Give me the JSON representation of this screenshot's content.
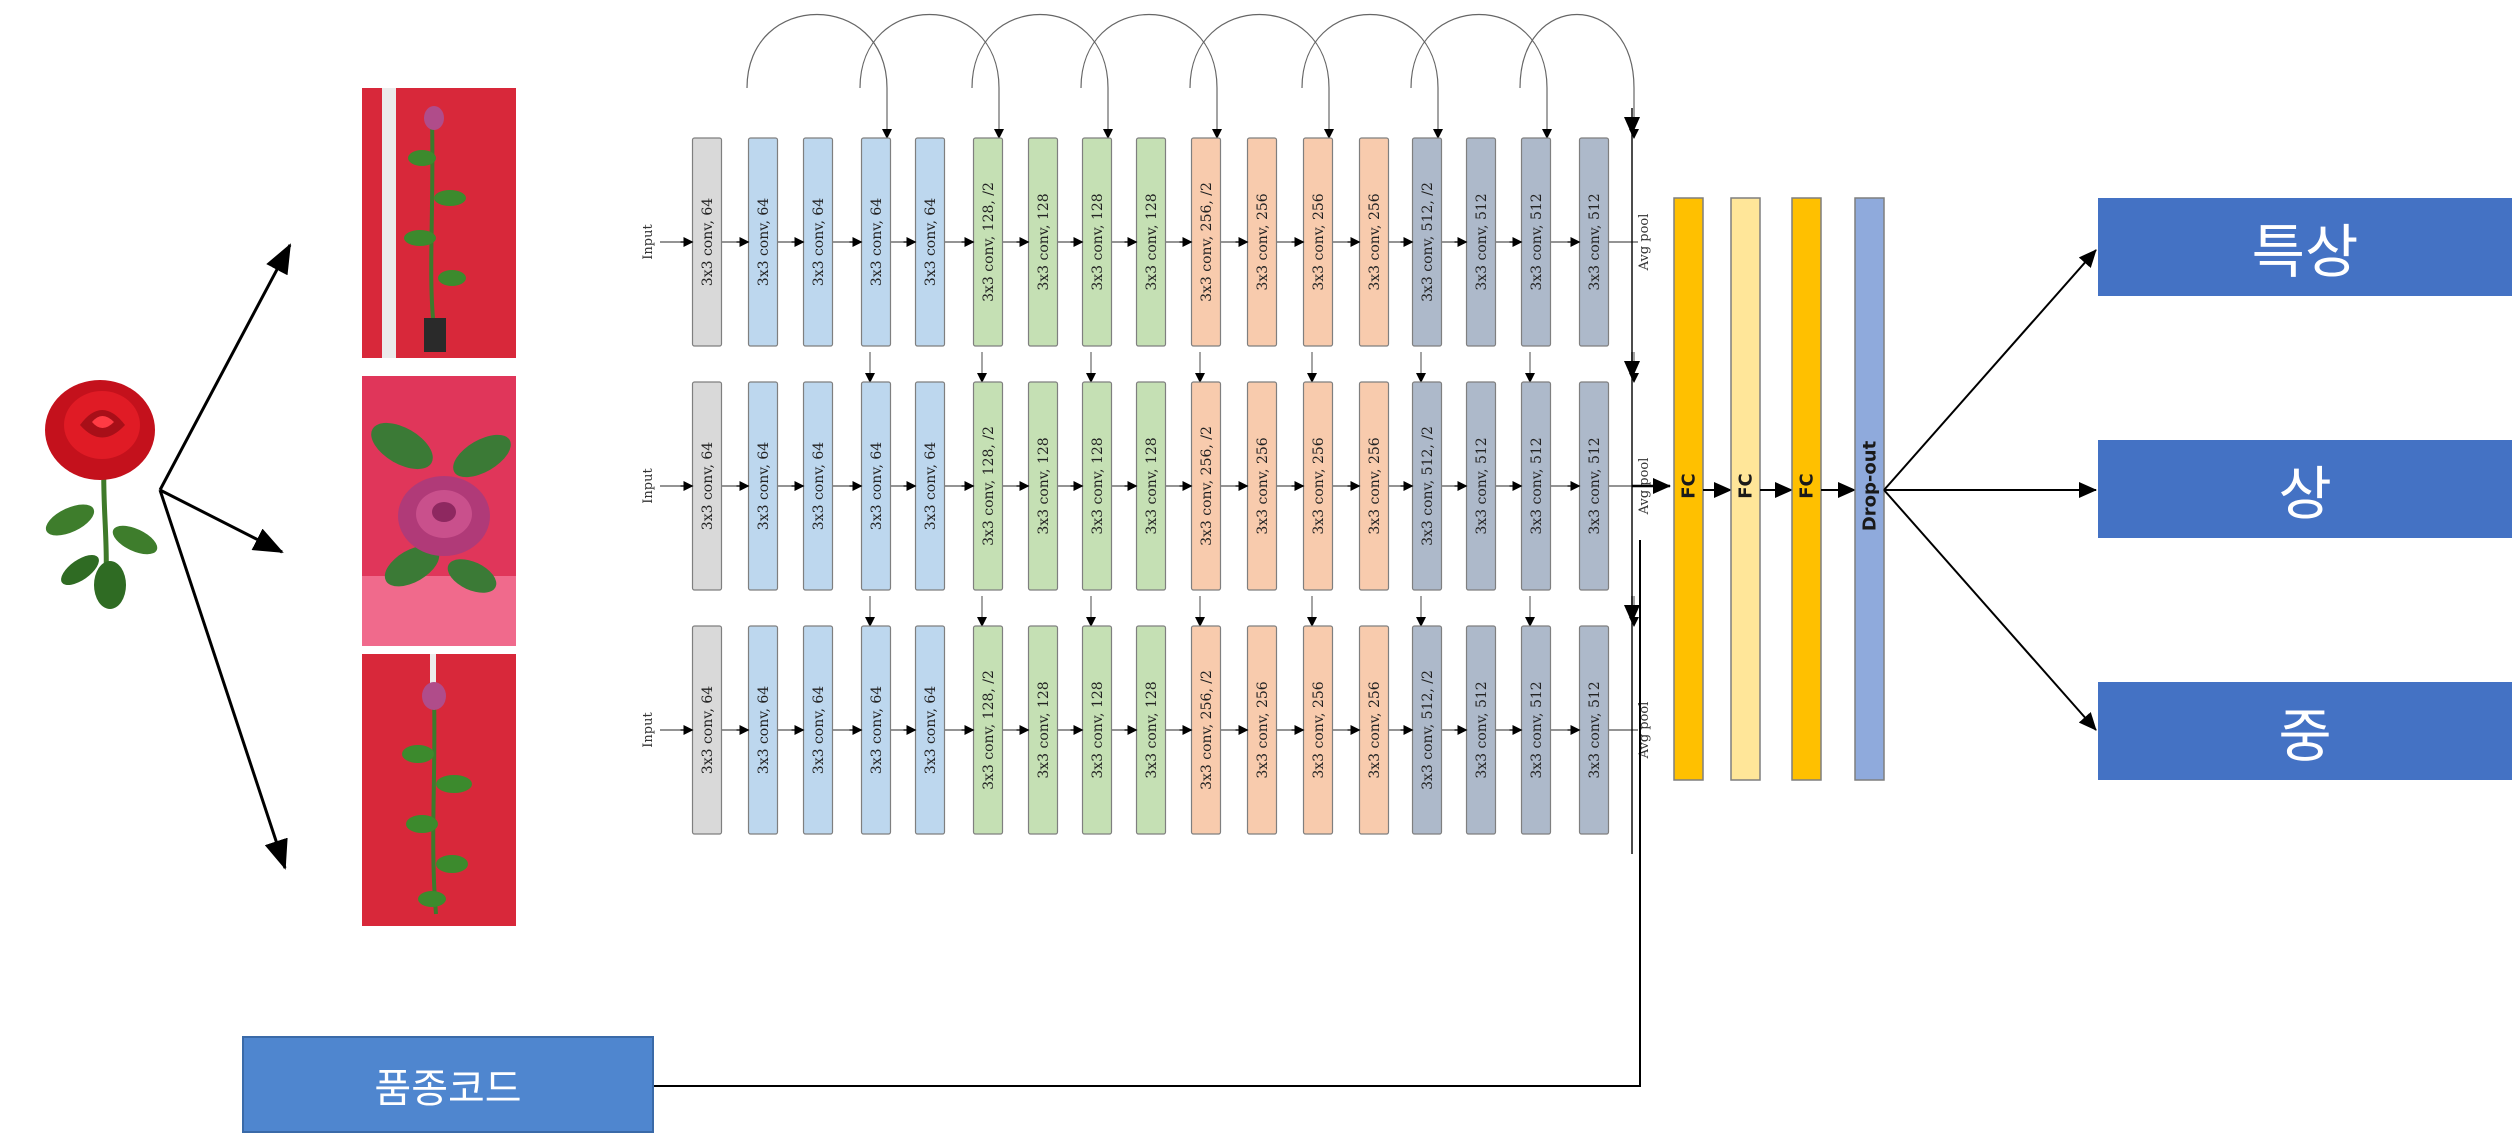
{
  "input_labels": [
    "Input",
    "Input",
    "Input"
  ],
  "pool_labels": [
    "Avg pool",
    "Avg pool",
    "Avg pool"
  ],
  "layers": [
    {
      "label": "3x3 conv, 64",
      "group": "stem"
    },
    {
      "label": "3x3 conv, 64",
      "group": "g64"
    },
    {
      "label": "3x3 conv, 64",
      "group": "g64"
    },
    {
      "label": "3x3 conv, 64",
      "group": "g64"
    },
    {
      "label": "3x3 conv, 64",
      "group": "g64"
    },
    {
      "label": "3x3 conv, 128, /2",
      "group": "g128"
    },
    {
      "label": "3x3 conv, 128",
      "group": "g128"
    },
    {
      "label": "3x3 conv, 128",
      "group": "g128"
    },
    {
      "label": "3x3 conv, 128",
      "group": "g128"
    },
    {
      "label": "3x3 conv, 256, /2",
      "group": "g256"
    },
    {
      "label": "3x3 conv, 256",
      "group": "g256"
    },
    {
      "label": "3x3 conv, 256",
      "group": "g256"
    },
    {
      "label": "3x3 conv, 256",
      "group": "g256"
    },
    {
      "label": "3x3 conv, 512, /2",
      "group": "g512"
    },
    {
      "label": "3x3 conv, 512",
      "group": "g512"
    },
    {
      "label": "3x3 conv, 512",
      "group": "g512"
    },
    {
      "label": "3x3 conv, 512",
      "group": "g512"
    }
  ],
  "head": [
    {
      "label": "FC",
      "color": "#ffc000"
    },
    {
      "label": "FC",
      "color": "#ffe699"
    },
    {
      "label": "FC",
      "color": "#ffc000"
    },
    {
      "label": "Drop-out",
      "color": "#8faadc"
    }
  ],
  "outputs": [
    "특상",
    "상",
    "중"
  ],
  "code_label": "품종코드",
  "colors": {
    "stem": "#d9d9d9",
    "g64": "#bdd7ee",
    "g128": "#c5e0b4",
    "g256": "#f8cbad",
    "g512": "#adb9ca",
    "output_box": "#4472c4",
    "code_box": "#4f86cf",
    "photo_bg": "#e2203c"
  }
}
